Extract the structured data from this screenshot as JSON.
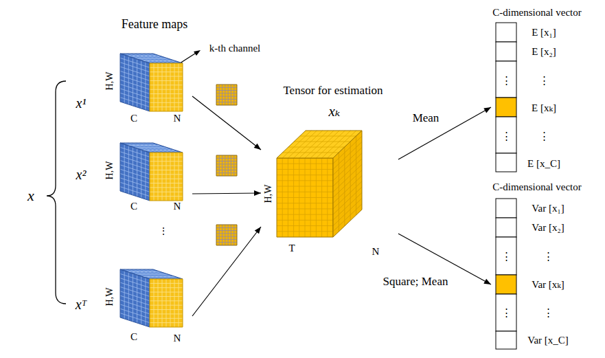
{
  "diagram": {
    "nodes": [
      {
        "text": [
          "H,W",
          "C",
          "N"
        ]
      },
      {
        "text": [
          "H,W",
          "C",
          "N"
        ]
      },
      {
        "text": [
          "H,W",
          "C",
          "N"
        ]
      },
      {
        "text": [
          "Tensor for estimation",
          "xₖ",
          "H,W",
          "T",
          "N"
        ]
      },
      {
        "text": [
          "C-dimensional vector",
          "E [x₁]",
          "E [x₂]",
          "⋮",
          "⋮",
          "E [xₖ]",
          "⋮",
          "⋮",
          "E [x_C]"
        ]
      },
      {
        "text": [
          "C-dimensional vector",
          "Var [x₁]",
          "Var [x₂]",
          "⋮",
          "⋮",
          "Var [xₖ]",
          "⋮",
          "⋮",
          "Var [x_C]"
        ]
      }
    ],
    "edges": [
      {
        "from": 0,
        "to": 3,
        "arrow": "to"
      },
      {
        "from": 1,
        "to": 3,
        "arrow": "to"
      },
      {
        "from": 2,
        "to": 3,
        "arrow": "to"
      },
      {
        "from": 3,
        "to": 4,
        "label": "Mean",
        "arrow": "to"
      },
      {
        "from": 3,
        "to": 5,
        "label": "Square; Mean",
        "arrow": "to"
      }
    ],
    "labels": [
      "Feature maps",
      "k-th channel",
      "x",
      "x¹",
      "x²",
      "⋮",
      "xᵀ"
    ]
  }
}
